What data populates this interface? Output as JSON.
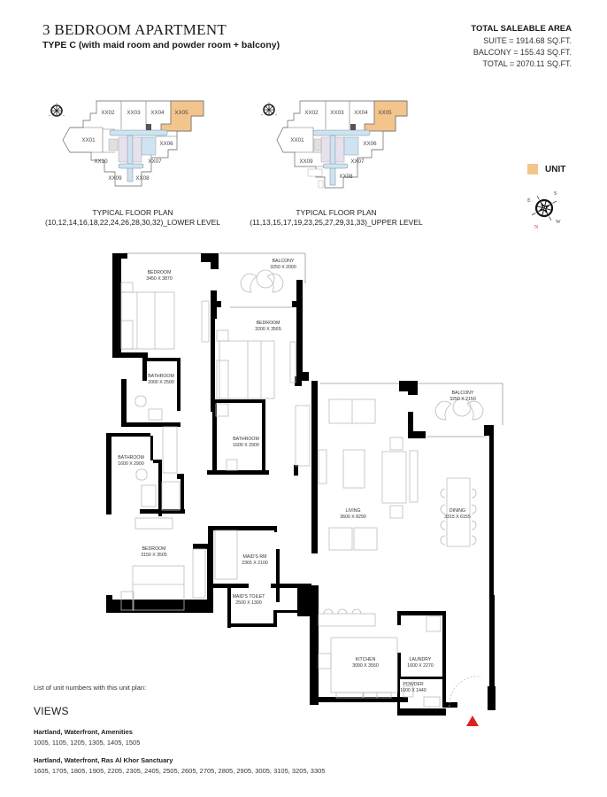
{
  "header": {
    "title": "3 BEDROOM APARTMENT",
    "subtitle": "TYPE C (with maid room and powder room + balcony)"
  },
  "saleable_area": {
    "heading": "TOTAL SALEABLE AREA",
    "suite": "SUITE = 1914.68 SQ.FT.",
    "balcony": "BALCONY = 155.43 SQ.FT.",
    "total": "TOTAL = 2070.11 SQ.FT."
  },
  "key_plans": [
    {
      "caption_line1": "TYPICAL FLOOR PLAN",
      "caption_line2": "(10,12,14,16,18,22,24,26,28,30,32)_LOWER LEVEL",
      "units": [
        "XX01",
        "XX02",
        "XX03",
        "XX04",
        "XX05",
        "XX06",
        "XX07",
        "XX08",
        "XX09",
        "XX10"
      ],
      "highlighted_unit": "XX05"
    },
    {
      "caption_line1": "TYPICAL FLOOR PLAN",
      "caption_line2": "(11,13,15,17,19,23,25,27,29,31,33)_UPPER LEVEL",
      "units": [
        "XX01",
        "XX02",
        "XX03",
        "XX04",
        "XX05",
        "XX06",
        "XX07",
        "XX08",
        "XX09"
      ],
      "highlighted_unit": "XX05"
    }
  ],
  "legend": {
    "unit_label": "UNIT",
    "unit_color": "#f3c58d"
  },
  "compass": {
    "icon": "compass-rose-icon",
    "north_color": "#c0392b"
  },
  "rooms": {
    "bedroom1": {
      "name": "BEDROOM",
      "dims": "3450 X 3870"
    },
    "balcony1": {
      "name": "BALCONY",
      "dims": "3250 X 2000"
    },
    "bedroom2": {
      "name": "BEDROOM",
      "dims": "3200 X 3565"
    },
    "bathroom1": {
      "name": "BATHROOM",
      "dims": "2000 X 2500"
    },
    "bathroom2": {
      "name": "BATHROOM",
      "dims": "1600 X 2900"
    },
    "bathroom3": {
      "name": "BATHROOM",
      "dims": "1600 X 2900"
    },
    "bedroom3": {
      "name": "BEDROOM",
      "dims": "3150 X 3505"
    },
    "maids_room": {
      "name": "MAID'S RM",
      "dims": "2365 X 2100"
    },
    "maids_toilet": {
      "name": "MAID'S TOILET",
      "dims": "2500 X 1300"
    },
    "balcony2": {
      "name": "BALCONY",
      "dims": "3250 X 2150"
    },
    "living": {
      "name": "LIVING",
      "dims": "3600 X 8290"
    },
    "dining": {
      "name": "DINING",
      "dims": "3315 X 6155"
    },
    "kitchen": {
      "name": "KITCHEN",
      "dims": "3090 X 3550"
    },
    "laundry": {
      "name": "LAUNDRY",
      "dims": "1600 X 2270"
    },
    "powder": {
      "name": "POWDER",
      "dims": "1600 X 1440"
    }
  },
  "entrance_marker": {
    "icon": "entrance-triangle-icon",
    "color": "#e02020"
  },
  "notes": {
    "unit_list_label": "List of unit numbers with this unit plan:",
    "views_heading": "VIEWS",
    "view_groups": [
      {
        "heading": "Hartland, Waterfront, Amenities",
        "units": "1005, 1105, 1205, 1305, 1405, 1505"
      },
      {
        "heading": "Hartland, Waterfront, Ras Al Khor Sanctuary",
        "units": "1605, 1705, 1805, 1905, 2205, 2305, 2405, 2505, 2605, 2705, 2805, 2905, 3005, 3105, 3205, 3305"
      }
    ]
  }
}
